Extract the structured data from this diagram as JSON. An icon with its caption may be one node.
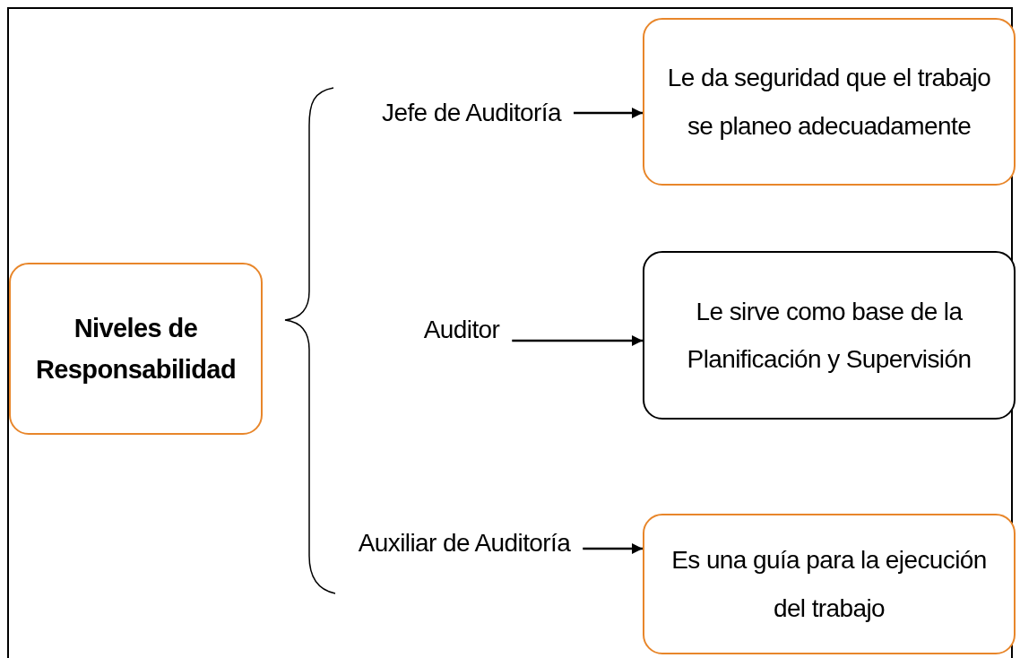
{
  "diagram": {
    "nodes": [
      {
        "text": [
          "Niveles de Responsabilidad"
        ]
      },
      {
        "text": [
          "Jefe de Auditoría"
        ]
      },
      {
        "text": [
          "Le da seguridad que el trabajo se planeo adecuadamente"
        ]
      },
      {
        "text": [
          "Auditor"
        ]
      },
      {
        "text": [
          "Le sirve como base de la Planificación y Supervisión"
        ]
      },
      {
        "text": [
          "Auxiliar de Auditoría"
        ]
      },
      {
        "text": [
          "Es una guía para la ejecución del trabajo"
        ]
      }
    ],
    "edges": [
      {
        "from": 1,
        "to": 2,
        "arrow": "to"
      },
      {
        "from": 3,
        "to": 4,
        "arrow": "to"
      },
      {
        "from": 5,
        "to": 6,
        "arrow": "to"
      }
    ]
  }
}
